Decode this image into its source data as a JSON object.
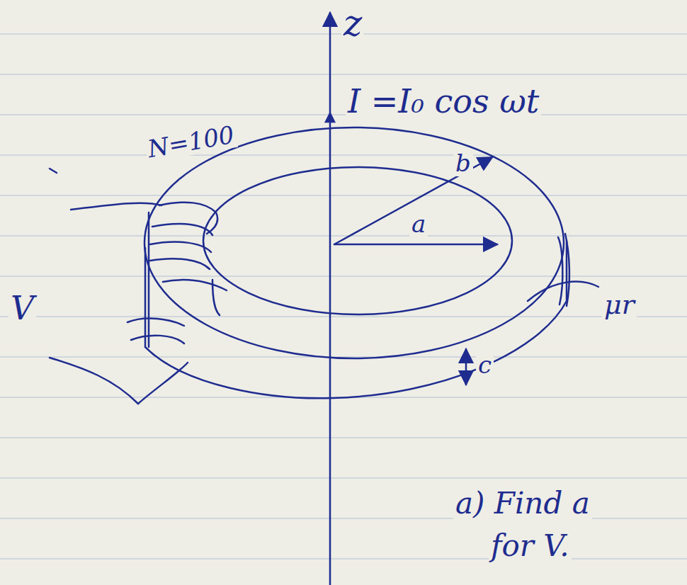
{
  "diagram": {
    "labels": [
      "z",
      "I =I₀ cos ωt",
      "N=100",
      "b",
      "a",
      "V",
      "μr",
      "c",
      "a) Find a",
      "for V."
    ]
  }
}
